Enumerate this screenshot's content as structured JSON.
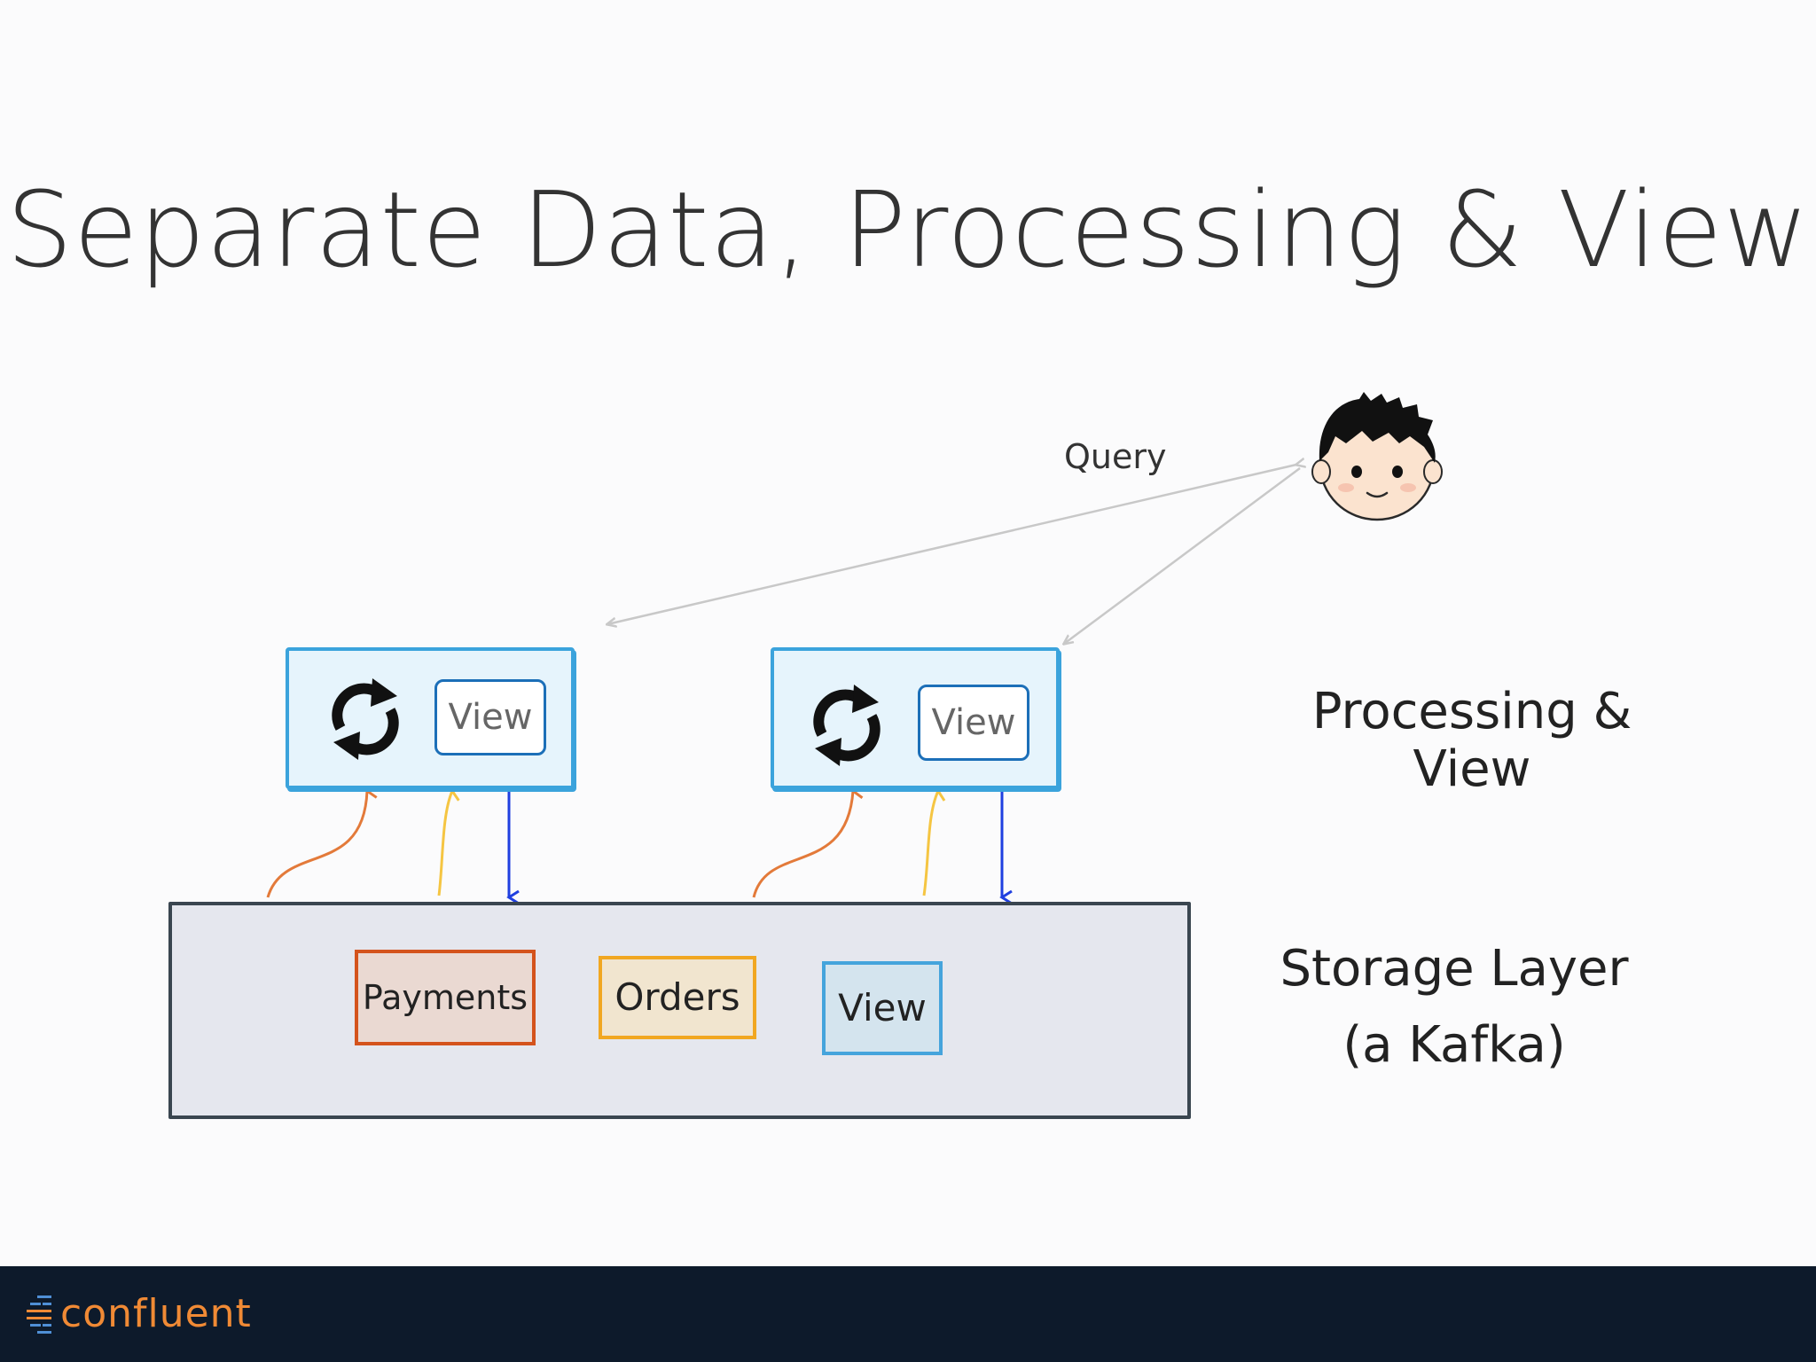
{
  "title": "Separate Data, Processing & View",
  "query_label": "Query",
  "processing_nodes": [
    {
      "view_label": "View",
      "icon": "refresh-icon"
    },
    {
      "view_label": "View",
      "icon": "refresh-icon"
    }
  ],
  "side_labels": {
    "processing": "Processing & View",
    "storage_line1": "Storage Layer",
    "storage_line2": "(a Kafka)"
  },
  "topics": {
    "payments": "Payments",
    "orders": "Orders",
    "view": "View"
  },
  "footer": {
    "logo_text": "confluent",
    "logo_icon": "confluent-logo-icon"
  },
  "colors": {
    "process_border": "#3ba3dc",
    "process_fill": "#e6f4fc",
    "payments": "#d4531c",
    "orders": "#f1a721",
    "view_topic": "#45a4dc",
    "write_arrow": "#1f3fe0",
    "query_arrow": "#c8c8c8",
    "footer_bg": "#0d1a2b",
    "logo": "#f08a35"
  }
}
